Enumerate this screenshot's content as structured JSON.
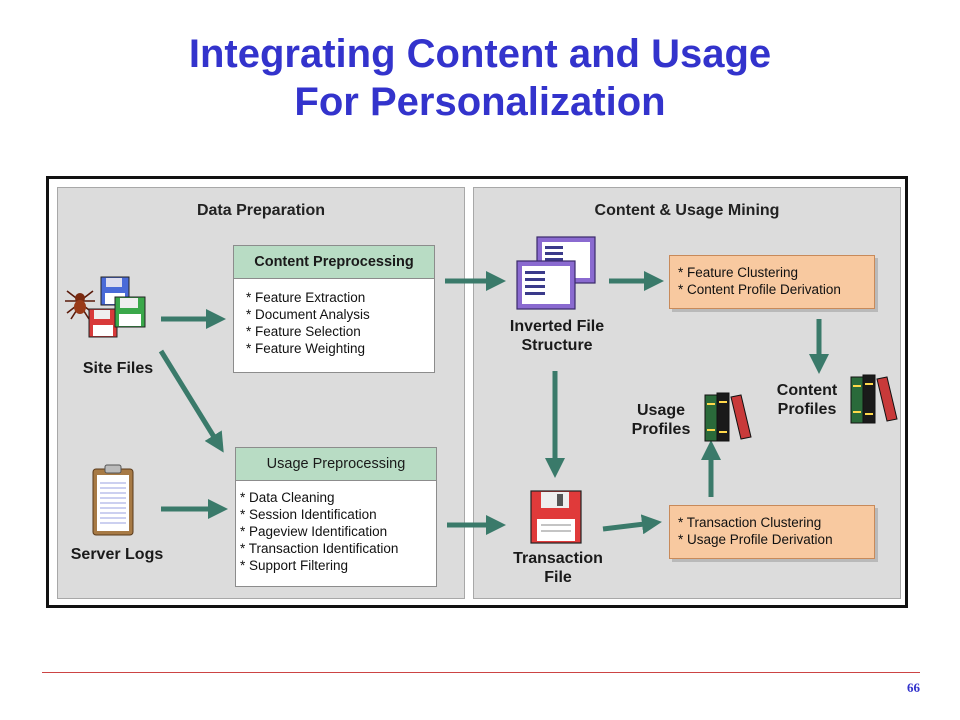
{
  "slide": {
    "title_line1": "Integrating Content and Usage",
    "title_line2": "For Personalization",
    "page_number": "66"
  },
  "diagram": {
    "data_prep_title": "Data Preparation",
    "mining_title": "Content & Usage Mining",
    "content_preprocessing": {
      "header": "Content Preprocessing",
      "items": [
        "* Feature Extraction",
        "* Document Analysis",
        "* Feature Selection",
        "* Feature Weighting"
      ]
    },
    "usage_preprocessing": {
      "header": "Usage Preprocessing",
      "items": [
        "* Data Cleaning",
        "* Session Identification",
        "* Pageview Identification",
        "* Transaction Identification",
        "* Support Filtering"
      ]
    },
    "content_mining": {
      "items": [
        "* Feature Clustering",
        "* Content Profile Derivation"
      ]
    },
    "usage_mining": {
      "items": [
        "* Transaction Clustering",
        "* Usage Profile Derivation"
      ]
    },
    "labels": {
      "site_files": "Site Files",
      "server_logs": "Server Logs",
      "inverted_file_1": "Inverted File",
      "inverted_file_2": "Structure",
      "transaction_file_1": "Transaction",
      "transaction_file_2": "File",
      "content_profiles_1": "Content",
      "content_profiles_2": "Profiles",
      "usage_profiles_1": "Usage",
      "usage_profiles_2": "Profiles"
    },
    "icons": [
      "spider-icon",
      "floppy-disk-icon",
      "clipboard-icon",
      "document-icon",
      "books-icon"
    ],
    "colors": {
      "title": "#3333cc",
      "arrow": "#3a7a6a",
      "box_header": "#b8dcc4",
      "mining_box": "#f8c9a0",
      "panel": "#dcdcdc"
    }
  }
}
